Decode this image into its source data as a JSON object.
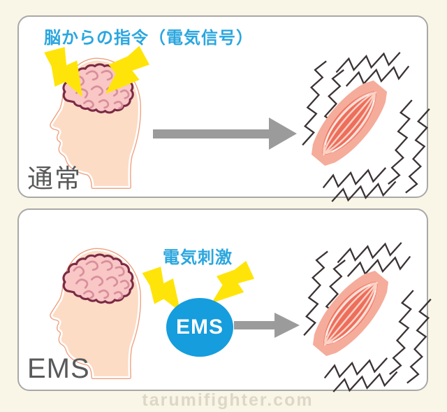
{
  "watermark": "tarumifighter.com",
  "colors": {
    "background": "#faf6e7",
    "panel_bg": "#ffffff",
    "panel_border": "#a8a8a8",
    "accent_blue_text": "#2aa6df",
    "ems_device_blue": "#159ddd",
    "lightning_yellow": "#ffe409",
    "arrow_gray": "#9b9b9b",
    "label_gray": "#58595a",
    "watermark_gray": "#dcd7c6",
    "skin": "#fcdcc5",
    "skin_outline": "#efa07e",
    "brain_fill": "#f8c7c6",
    "brain_outline": "#7b2b45",
    "muscle_red": "#ed6e5b",
    "muscle_light": "#f5ac9b",
    "vibration_line": "#3b3334"
  },
  "panels": {
    "normal": {
      "label": "通常",
      "caption": "脳からの指令（電気信号）"
    },
    "ems": {
      "label": "EMS",
      "caption": "電気刺激",
      "device_label": "EMS"
    }
  }
}
